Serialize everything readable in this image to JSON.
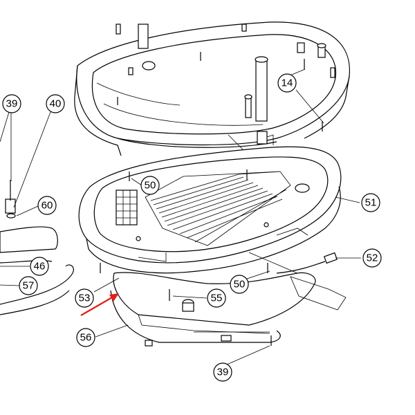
{
  "diagram": {
    "callouts": [
      {
        "id": "c39a",
        "label": "39"
      },
      {
        "id": "c40",
        "label": "40"
      },
      {
        "id": "c60",
        "label": "60"
      },
      {
        "id": "c46",
        "label": "46"
      },
      {
        "id": "c57",
        "label": "57"
      },
      {
        "id": "c14",
        "label": "14"
      },
      {
        "id": "c50a",
        "label": "50"
      },
      {
        "id": "c51",
        "label": "51"
      },
      {
        "id": "c52",
        "label": "52"
      },
      {
        "id": "c50b",
        "label": "50"
      },
      {
        "id": "c53",
        "label": "53"
      },
      {
        "id": "c55",
        "label": "55"
      },
      {
        "id": "c56",
        "label": "56"
      },
      {
        "id": "c39b",
        "label": "39"
      }
    ],
    "arrow_color": "#e0201c",
    "line_color": "#000000"
  }
}
